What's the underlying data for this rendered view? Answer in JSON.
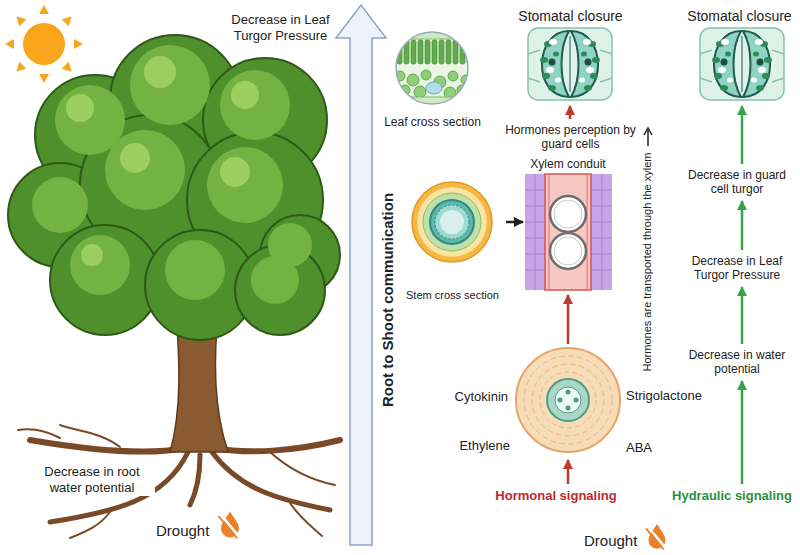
{
  "diagram": {
    "nodes": [
      {
        "text": [
          "Stomatal closure"
        ]
      },
      {
        "text": [
          "Stomatal closure"
        ]
      },
      {
        "text": [
          "Leaf cross section"
        ]
      },
      {
        "text": [
          "Hormones perception by guard cells"
        ]
      },
      {
        "text": [
          "Decrease in guard cell turgor"
        ]
      },
      {
        "text": [
          "Stem cross section"
        ]
      },
      {
        "text": [
          "Xylem conduit"
        ]
      },
      {
        "text": [
          "Decrease in Leaf Turgor Pressure"
        ]
      },
      {
        "text": [
          "Decrease in water potential"
        ]
      },
      {
        "text": [
          "Cytokinin",
          "Strigolactone",
          "Ethylene",
          "ABA"
        ]
      },
      {
        "text": [
          "Hormonal signaling"
        ]
      },
      {
        "text": [
          "Hydraulic signaling"
        ]
      }
    ],
    "edges": [
      {
        "from": 3,
        "to": 0,
        "arrow": "to"
      },
      {
        "from": 4,
        "to": 1,
        "arrow": "to"
      },
      {
        "from": 5,
        "to": 6,
        "arrow": "to"
      },
      {
        "from": 7,
        "to": 4,
        "arrow": "to"
      },
      {
        "from": 8,
        "to": 7,
        "arrow": "to"
      },
      {
        "from": 9,
        "to": 6,
        "arrow": "to"
      },
      {
        "from": 10,
        "to": 9,
        "arrow": "to"
      },
      {
        "from": 11,
        "to": 8,
        "arrow": "to"
      }
    ],
    "labels": [
      "Decrease in Leaf Turgor Pressure",
      "Root to Shoot communication",
      "Hormones are transported through the xylem",
      "Decrease in root water potential",
      "Drought",
      "Drought"
    ]
  }
}
